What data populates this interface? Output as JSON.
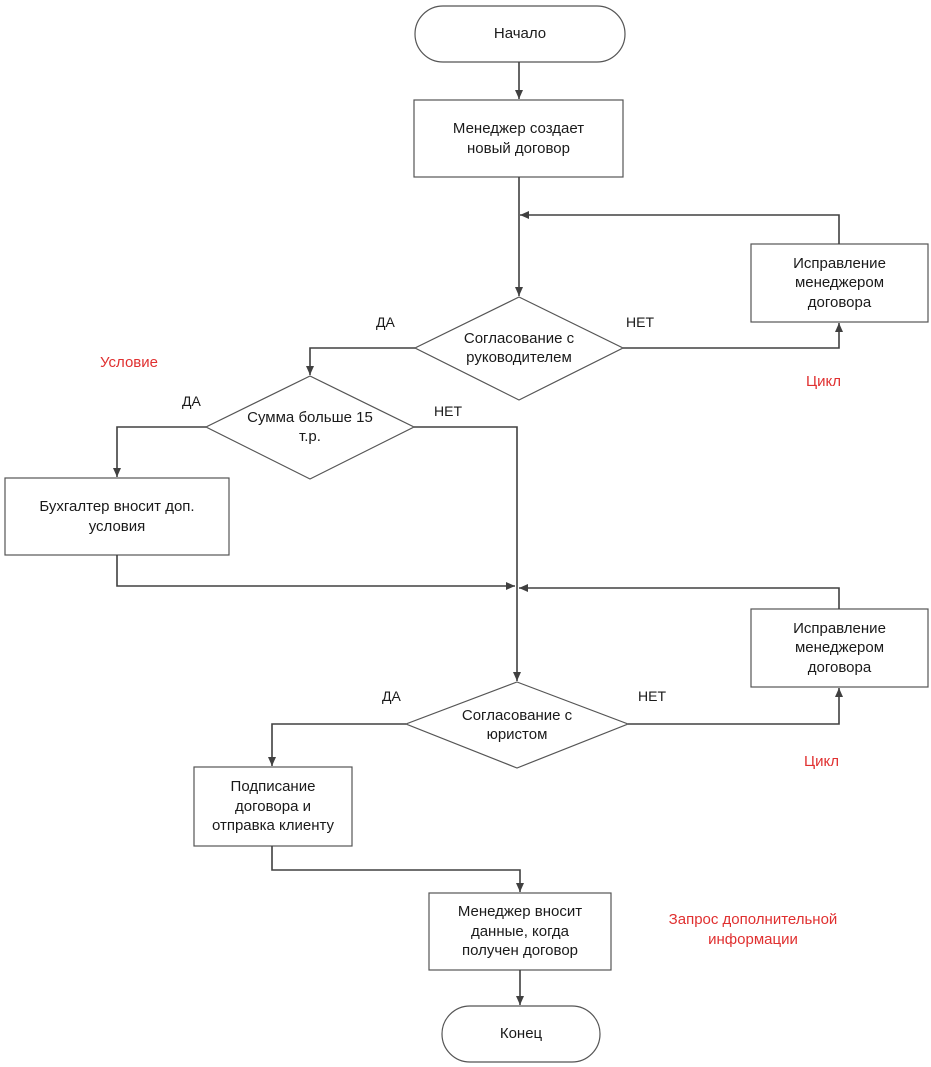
{
  "nodes": {
    "start": "Начало",
    "create": "Менеджер создает\nновый договор",
    "fix1": "Исправление\nменеджером\nдоговора",
    "approve_head": "Согласование с\nруководителем",
    "sum_check": "Сумма больше 15\nт.р.",
    "accountant": "Бухгалтер вносит доп.\nусловия",
    "fix2": "Исправление\nменеджером\nдоговора",
    "approve_lawyer": "Согласование с\nюристом",
    "sign": "Подписание\nдоговора и\nотправка клиенту",
    "enter_data": "Менеджер вносит\nданные, когда\nполучен договор",
    "end": "Конец"
  },
  "edge_labels": {
    "head_yes": "ДА",
    "head_no": "НЕТ",
    "sum_yes": "ДА",
    "sum_no": "НЕТ",
    "lawyer_yes": "ДА",
    "lawyer_no": "НЕТ"
  },
  "annotations": {
    "condition": "Условие",
    "cycle1": "Цикл",
    "cycle2": "Цикл",
    "request_info": "Запрос дополнительной\nинформации"
  },
  "colors": {
    "line": "#404040",
    "shape_stroke": "#555555",
    "annotation": "#e03030"
  }
}
